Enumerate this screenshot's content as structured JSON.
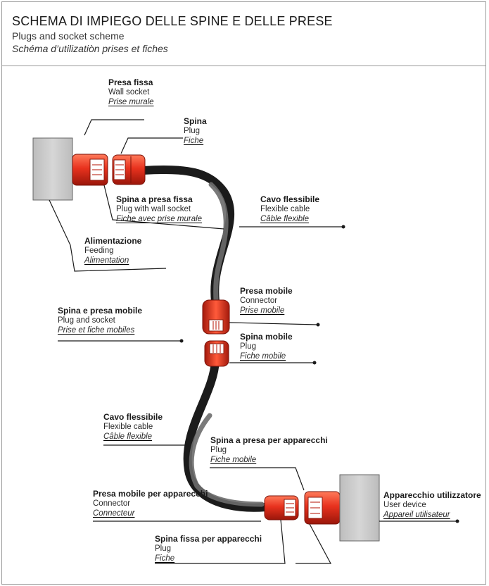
{
  "header": {
    "title": "SCHEMA DI IMPIEGO DELLE SPINE E DELLE PRESE",
    "subtitle_en": "Plugs and socket scheme",
    "subtitle_fr": "Schéma d’utilizatiòn prises et fiches"
  },
  "labels": {
    "wall_socket": {
      "it": "Presa fissa",
      "en": "Wall socket",
      "fr": "Prise murale"
    },
    "plug_top": {
      "it": "Spina",
      "en": "Plug",
      "fr": "Fiche"
    },
    "plug_wall_socket": {
      "it": "Spina a presa fissa",
      "en": "Plug with wall socket",
      "fr": "Fiche avec prise murale"
    },
    "flexible_cable_top": {
      "it": "Cavo flessibile",
      "en": "Flexible cable",
      "fr": "Câble flexible"
    },
    "feeding": {
      "it": "Alimentazione",
      "en": "Feeding",
      "fr": "Alimentation"
    },
    "connector_mobile": {
      "it": "Presa mobile",
      "en": "Connector",
      "fr": "Prise mobile"
    },
    "plug_socket": {
      "it": "Spina e presa mobile",
      "en": "Plug and socket",
      "fr": "Prise et fiche mobiles"
    },
    "plug_mobile": {
      "it": "Spina mobile",
      "en": "Plug",
      "fr": "Fiche mobile"
    },
    "flexible_cable_bottom": {
      "it": "Cavo flessibile",
      "en": "Flexible cable",
      "fr": "Câble flexible"
    },
    "appliance_inlet": {
      "it": "Spina a presa per apparecchi",
      "en": "Plug",
      "fr": "Fiche mobile"
    },
    "appliance_connector": {
      "it": "Presa mobile per apparecchi",
      "en": "Connector",
      "fr": "Connecteur"
    },
    "user_device": {
      "it": "Apparecchio utilizzatore",
      "en": "User device",
      "fr": "Appareil utilisateur"
    },
    "appliance_plug": {
      "it": "Spina fissa per apparecchi",
      "en": "Plug",
      "fr": "Fiche"
    }
  },
  "colors": {
    "plug_red": "#e8321e",
    "plug_dark_red": "#a3190c",
    "cable_dark": "#1b1b1b",
    "cable_grey": "#606060",
    "wall_grey": "#c9c9c9",
    "frame_grey": "#9a9a9a"
  }
}
